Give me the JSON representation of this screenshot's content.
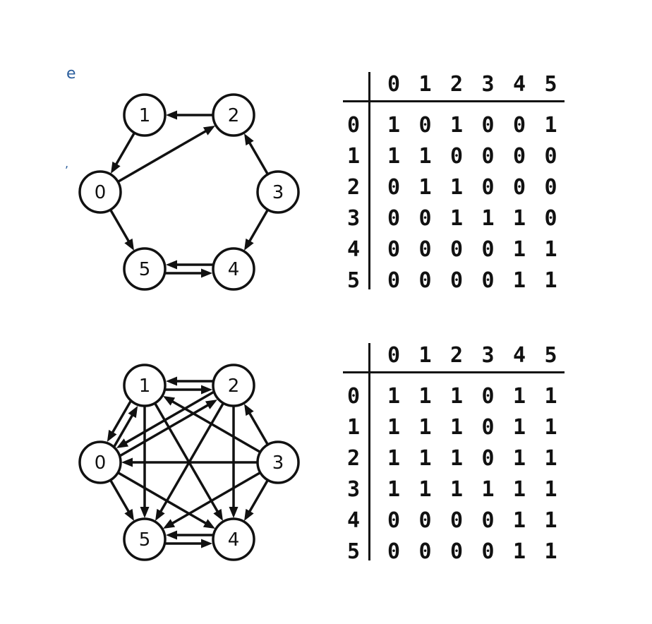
{
  "stray_marks": {
    "top": "e",
    "mid": ","
  },
  "graphs": [
    {
      "nodes": [
        "0",
        "1",
        "2",
        "3",
        "4",
        "5"
      ],
      "edges": [
        [
          0,
          5
        ],
        [
          0,
          2
        ],
        [
          1,
          0
        ],
        [
          2,
          1
        ],
        [
          3,
          2
        ],
        [
          3,
          4
        ],
        [
          4,
          5
        ],
        [
          5,
          4
        ]
      ]
    },
    {
      "nodes": [
        "0",
        "1",
        "2",
        "3",
        "4",
        "5"
      ],
      "edges": [
        [
          0,
          1
        ],
        [
          1,
          0
        ],
        [
          0,
          2
        ],
        [
          2,
          0
        ],
        [
          0,
          4
        ],
        [
          0,
          5
        ],
        [
          1,
          2
        ],
        [
          2,
          1
        ],
        [
          1,
          4
        ],
        [
          1,
          5
        ],
        [
          2,
          4
        ],
        [
          2,
          5
        ],
        [
          3,
          0
        ],
        [
          3,
          1
        ],
        [
          3,
          2
        ],
        [
          3,
          4
        ],
        [
          3,
          5
        ],
        [
          4,
          5
        ],
        [
          5,
          4
        ]
      ]
    }
  ],
  "matrices": [
    {
      "col_headers": [
        "0",
        "1",
        "2",
        "3",
        "4",
        "5"
      ],
      "row_headers": [
        "0",
        "1",
        "2",
        "3",
        "4",
        "5"
      ],
      "rows": [
        [
          "1",
          "0",
          "1",
          "0",
          "0",
          "1"
        ],
        [
          "1",
          "1",
          "0",
          "0",
          "0",
          "0"
        ],
        [
          "0",
          "1",
          "1",
          "0",
          "0",
          "0"
        ],
        [
          "0",
          "0",
          "1",
          "1",
          "1",
          "0"
        ],
        [
          "0",
          "0",
          "0",
          "0",
          "1",
          "1"
        ],
        [
          "0",
          "0",
          "0",
          "0",
          "1",
          "1"
        ]
      ]
    },
    {
      "col_headers": [
        "0",
        "1",
        "2",
        "3",
        "4",
        "5"
      ],
      "row_headers": [
        "0",
        "1",
        "2",
        "3",
        "4",
        "5"
      ],
      "rows": [
        [
          "1",
          "1",
          "1",
          "0",
          "1",
          "1"
        ],
        [
          "1",
          "1",
          "1",
          "0",
          "1",
          "1"
        ],
        [
          "1",
          "1",
          "1",
          "0",
          "1",
          "1"
        ],
        [
          "1",
          "1",
          "1",
          "1",
          "1",
          "1"
        ],
        [
          "0",
          "0",
          "0",
          "0",
          "1",
          "1"
        ],
        [
          "0",
          "0",
          "0",
          "0",
          "1",
          "1"
        ]
      ]
    }
  ]
}
